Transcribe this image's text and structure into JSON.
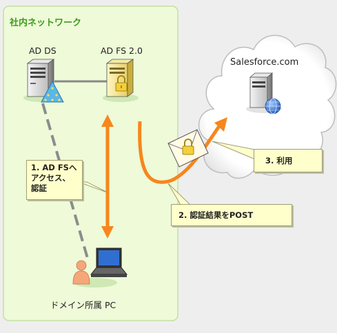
{
  "network": {
    "title": "社内ネットワーク"
  },
  "servers": {
    "ad_ds": {
      "label": "AD DS"
    },
    "ad_fs": {
      "label": "AD FS 2.0"
    },
    "salesforce": {
      "label": "Salesforce.com"
    }
  },
  "client": {
    "label": "ドメイン所属 PC"
  },
  "steps": {
    "step1": {
      "line1": "1.  AD FSへ",
      "line2": "アクセス、",
      "line3": "認証"
    },
    "step2": {
      "text": "2.  認証結果をPOST"
    },
    "step3": {
      "text": "3.  利用"
    }
  },
  "colors": {
    "network_bg": "#eefad8",
    "network_border": "#c5dfa2",
    "title_green": "#3f9a1e",
    "arrow_orange": "#f7861c",
    "callout_bg": "#ffffcc",
    "dashed_line": "#8c8c8c",
    "cloud_fill": "#ffffff"
  }
}
